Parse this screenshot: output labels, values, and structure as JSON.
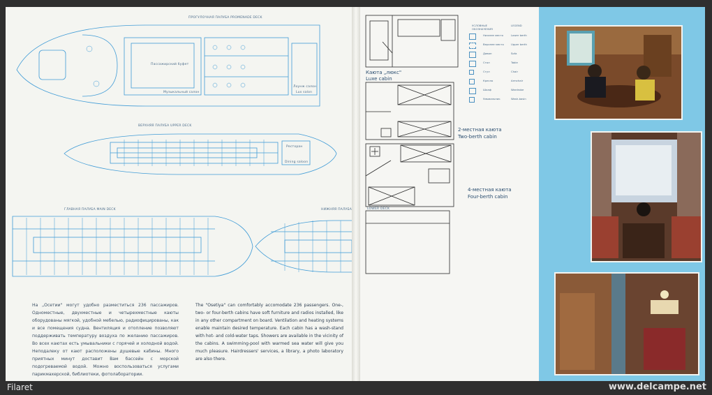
{
  "decks": {
    "promenade": "ПРОГУЛОЧНАЯ ПАЛУБА  PROMENADE DECK",
    "upper": "ВЕРХНЯЯ ПАЛУБА  UPPER DECK",
    "main": "ГЛАВНАЯ ПАЛУБА  MAIN DECK",
    "lower_ru": "НИЖНЯЯ ПАЛУБА",
    "lower_en": "LOWER DECK",
    "promenade_rooms": [
      "Пассажирский буфет",
      "Музыкальный салон",
      "Лоунж салон",
      "Lux salon"
    ],
    "upper_rooms": [
      "Ресторан",
      "Dining saloon"
    ]
  },
  "cabins": {
    "luxe_ru": "Каюта „люкс\"",
    "luxe_en": "Luxe cabin",
    "two_ru": "2-местная каюта",
    "two_en": "Two-berth cabin",
    "four_ru": "4-местная каюта",
    "four_en": "Four-berth cabin"
  },
  "legend": {
    "title_ru": "УСЛОВНЫЕ ОБОЗНАЧЕНИЯ",
    "title_en": "LEGEND",
    "items": [
      {
        "ru": "Нижнее место",
        "en": "Lower berth"
      },
      {
        "ru": "Верхнее место",
        "en": "Upper berth"
      },
      {
        "ru": "Диван",
        "en": "Sofa"
      },
      {
        "ru": "Стол",
        "en": "Table"
      },
      {
        "ru": "Стул",
        "en": "Chair"
      },
      {
        "ru": "Кресло",
        "en": "Armchair"
      },
      {
        "ru": "Шкаф",
        "en": "Wardrobe"
      },
      {
        "ru": "Умывальник",
        "en": "Wash-basin"
      }
    ]
  },
  "text_ru": "На „Осетии\" могут удобно разместиться 236 пассажиров. Одноместные, двухместные и четырехместные каюты оборудованы мягкой, удобной мебелью, радиофицированы, как и все помещения судна. Вентиляция и отопление позволяют поддерживать температуру воздуха по желанию пассажиров. Во всех каютах есть умывальники с горячей и холодной водой. Неподалеку от кают расположены душевые кабины. Много приятных минут доставит Вам бассейн с морской подогреваемой водой. Можно воспользоваться услугами парикмахерской, библиотеки, фотолаборатории.",
  "text_en": "The \"Osetiya\" can comfortably accomodate 236 passengers. One-, two- or four-berth cabins have soft furniture and radios installed, like in any other compartment on board. Ventilation and heating systems enable maintain desired temperature. Each cabin has a wash-stand with hot- and cold-water taps. Showers are available in the vicinity of the cabins. A swimming-pool with warmed sea water will give you much pleasure. Hairdressers' services, a library, a photo laboratory are also there.",
  "watermark": {
    "left": "Filaret",
    "right": "www.delcampe.net"
  },
  "colors": {
    "plan_blue": "#3f9bd6",
    "page_blue": "#7fc8e6",
    "paper": "#f4f5f1"
  }
}
